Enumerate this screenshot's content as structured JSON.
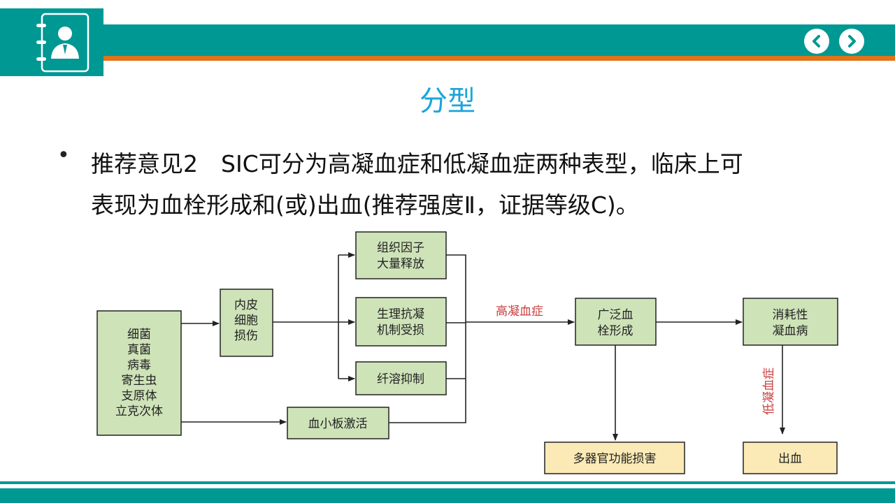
{
  "header": {
    "logo_icon": "contact-book-icon",
    "prev_icon": "chevron-left-icon",
    "next_icon": "chevron-right-icon"
  },
  "slide": {
    "title": "分型",
    "recommendation_line1": "推荐意见2　SIC可分为高凝血症和低凝血症两种表型，临床上可",
    "recommendation_line2": "表现为血栓形成和(或)出血(推荐强度Ⅱ，证据等级C)。"
  },
  "diagram": {
    "pathogens": [
      "细菌",
      "真菌",
      "病毒",
      "寄生虫",
      "支原体",
      "立克次体"
    ],
    "endothelial": [
      "内皮",
      "细胞",
      "损伤"
    ],
    "tissue_factor": [
      "组织因子",
      "大量释放"
    ],
    "anticoag": [
      "生理抗凝",
      "机制受损"
    ],
    "fibrinolysis": "纤溶抑制",
    "platelet": "血小板激活",
    "hyper_label": "高凝血症",
    "thrombosis": [
      "广泛血",
      "栓形成"
    ],
    "consumptive": [
      "消耗性",
      "凝血病"
    ],
    "hypo_label": "低凝血症",
    "mods": "多器官功能损害",
    "bleeding": "出血"
  },
  "colors": {
    "teal": "#009893",
    "orange": "#E07418",
    "title_blue": "#1BA5D9",
    "box_green": "#CFE3B9",
    "box_yellow": "#FBEAB6",
    "red_label": "#C83C3C"
  }
}
